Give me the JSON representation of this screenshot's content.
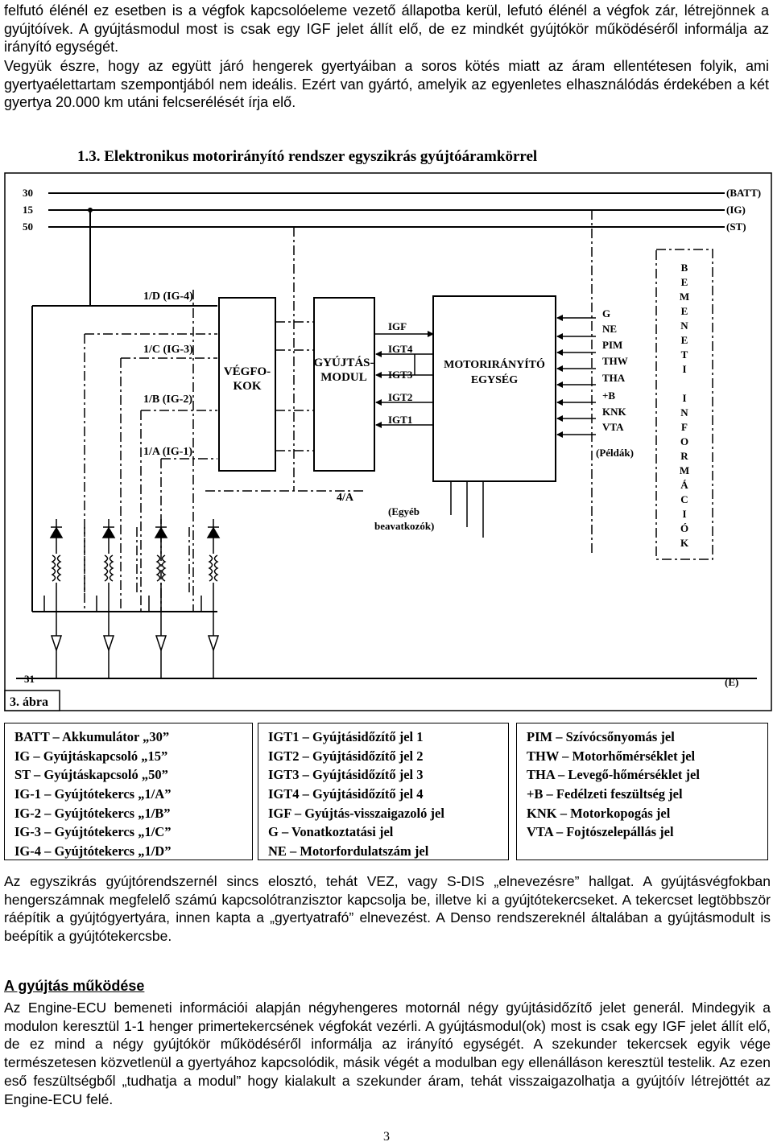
{
  "intro": {
    "line1": "felfutó élénél ez esetben is a végfok kapcsolóeleme vezető állapotba kerül, lefutó élénél a végfok zár, létrejönnek a gyújtóívek. A gyújtásmodul most is csak egy IGF jelet állít elő, de ez mindkét gyújtókör működéséről informálja az irányító egységét.",
    "line2": "Vegyük észre, hogy az együtt járó hengerek gyertyáiban a soros kötés miatt az áram ellentétesen folyik, ami gyertyaélettartam szempontjából nem ideális. Ezért van gyártó, amelyik az egyenletes elhasználódás érdekében a két gyertya 20.000 km utáni felcserélését írja elő."
  },
  "figure": {
    "title": "1.3. Elektronikus motorirányító rendszer egyszikrás gyújtóáramkörrel",
    "caption": "3. ábra",
    "left_terminals": [
      "30",
      "15",
      "50"
    ],
    "right_terminals": [
      "(BATT)",
      "(IG)",
      "(ST)"
    ],
    "ground_left": "31",
    "ground_right": "(E)",
    "coil_labels": [
      "1/D (IG-4)",
      "1/C (IG-3)",
      "1/B (IG-2)",
      "1/A (IG-1)"
    ],
    "vegfok_line1": "VÉGFO-",
    "vegfok_line2": "KOK",
    "modul_line1": "GYÚJTÁS-",
    "modul_line2": "MODUL",
    "modul_ref": "4/A",
    "signals": [
      "IGF",
      "IGT4",
      "IGT3",
      "IGT2",
      "IGT1"
    ],
    "ecu_line1": "MOTORIRÁNYÍTÓ",
    "ecu_line2": "EGYSÉG",
    "other_line1": "(Egyéb",
    "other_line2": "beavatkozók)",
    "inputs": [
      "G",
      "NE",
      "PIM",
      "THW",
      "THA",
      "+B",
      "KNK",
      "VTA",
      "(Példák)"
    ],
    "info_letters": [
      "B",
      "E",
      "M",
      "E",
      "N",
      "E",
      "T",
      "I",
      "",
      "I",
      "N",
      "F",
      "O",
      "R",
      "M",
      "Á",
      "C",
      "I",
      "Ó",
      "K"
    ]
  },
  "legend": {
    "col1": [
      "BATT – Akkumulátor „30”",
      "IG – Gyújtáskapcsoló „15”",
      "ST – Gyújtáskapcsoló „50”",
      "IG-1 – Gyújtótekercs „1/A”",
      "IG-2 – Gyújtótekercs „1/B”",
      "IG-3 – Gyújtótekercs „1/C”",
      "IG-4 – Gyújtótekercs „1/D”"
    ],
    "col2": [
      "IGT1 – Gyújtásidőzítő jel 1",
      "IGT2 – Gyújtásidőzítő jel 2",
      "IGT3 – Gyújtásidőzítő jel 3",
      "IGT4 – Gyújtásidőzítő jel 4",
      "IGF – Gyújtás-visszaigazoló jel",
      "G – Vonatkoztatási jel",
      "NE – Motorfordulatszám jel"
    ],
    "col3": [
      "PIM – Szívócsőnyomás jel",
      "THW – Motorhőmérséklet jel",
      "THA – Levegő-hőmérséklet jel",
      "+B – Fedélzeti feszültség jel",
      "KNK – Motorkopogás jel",
      "VTA – Fojtószelepállás jel"
    ]
  },
  "body": {
    "para1": "Az egyszikrás gyújtórendszernél sincs elosztó, tehát VEZ, vagy S-DIS „elnevezésre” hallgat. A gyújtásvégfokban hengerszámnak megfelelő számú kapcsolótranzisztor kapcsolja be, illetve ki a gyújtótekercseket. A tekercset legtöbbször ráépítik a gyújtógyertyára, innen kapta a „gyertyatrafó” elnevezést. A Denso rendszereknél általában a gyújtásmodult is beépítik a gyújtótekercsbe.",
    "heading": "A gyújtás működése",
    "para2": "Az Engine-ECU bemeneti információi alapján négyhengeres motornál négy gyújtásidőzítő jelet generál. Mindegyik a modulon keresztül 1-1 henger primertekercsének végfokát vezérli. A gyújtásmodul(ok) most is csak egy IGF jelet állít elő, de ez mind a négy gyújtókör működéséről informálja az irányító egységét. A szekunder tekercsek egyik vége természetesen közvetlenül a gyertyához kapcsolódik, másik végét a modulban egy ellenálláson keresztül testelik. Az ezen eső feszültségből „tudhatja a modul” hogy kialakult a szekunder áram, tehát visszaigazolhatja a gyújtóív létrejöttét az Engine-ECU felé."
  },
  "page_number": "3"
}
